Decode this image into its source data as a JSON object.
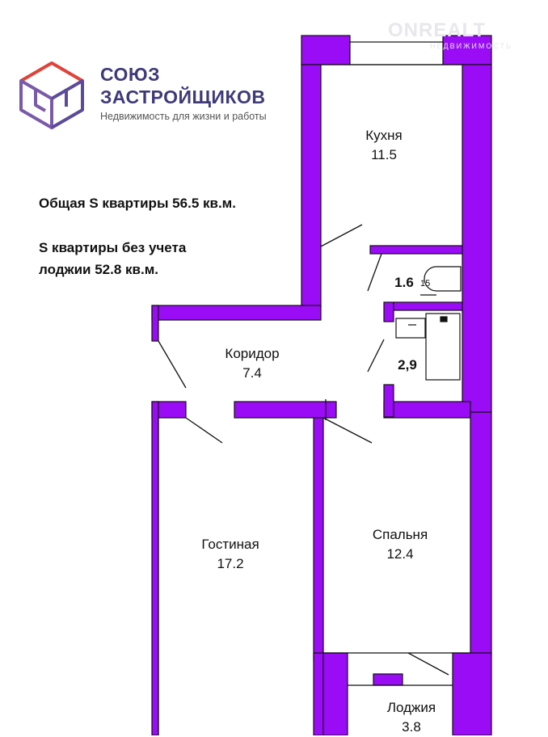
{
  "brand": {
    "name_line1": "СОЮЗ",
    "name_line2": "ЗАСТРОЙЩИКОВ",
    "tagline": "Недвижимость для жизни и работы"
  },
  "watermark": {
    "name": "ONREALT",
    "sub": "НЕДВИЖИМОСТЬ"
  },
  "info": {
    "total_area": "Общая S квартиры 56.5 кв.м.",
    "area_without_loggia_line1": "S квартиры без учета",
    "area_without_loggia_line2": "лоджии 52.8 кв.м."
  },
  "rooms": {
    "kitchen": {
      "name": "Кухня",
      "area": "11.5"
    },
    "toilet": {
      "area": "1.6"
    },
    "bathroom": {
      "area": "2,9"
    },
    "corridor": {
      "name": "Коридор",
      "area": "7.4"
    },
    "living": {
      "name": "Гостиная",
      "area": "17.2"
    },
    "bedroom": {
      "name": "Спальня",
      "area": "12.4"
    },
    "loggia": {
      "name": "Лоджия",
      "area": "3.8"
    }
  },
  "colors": {
    "wall": "#9a0cf5",
    "brand_purple": "#3e3a7a",
    "brand_red": "#e0423a",
    "brand_violet": "#7a5aa8"
  }
}
